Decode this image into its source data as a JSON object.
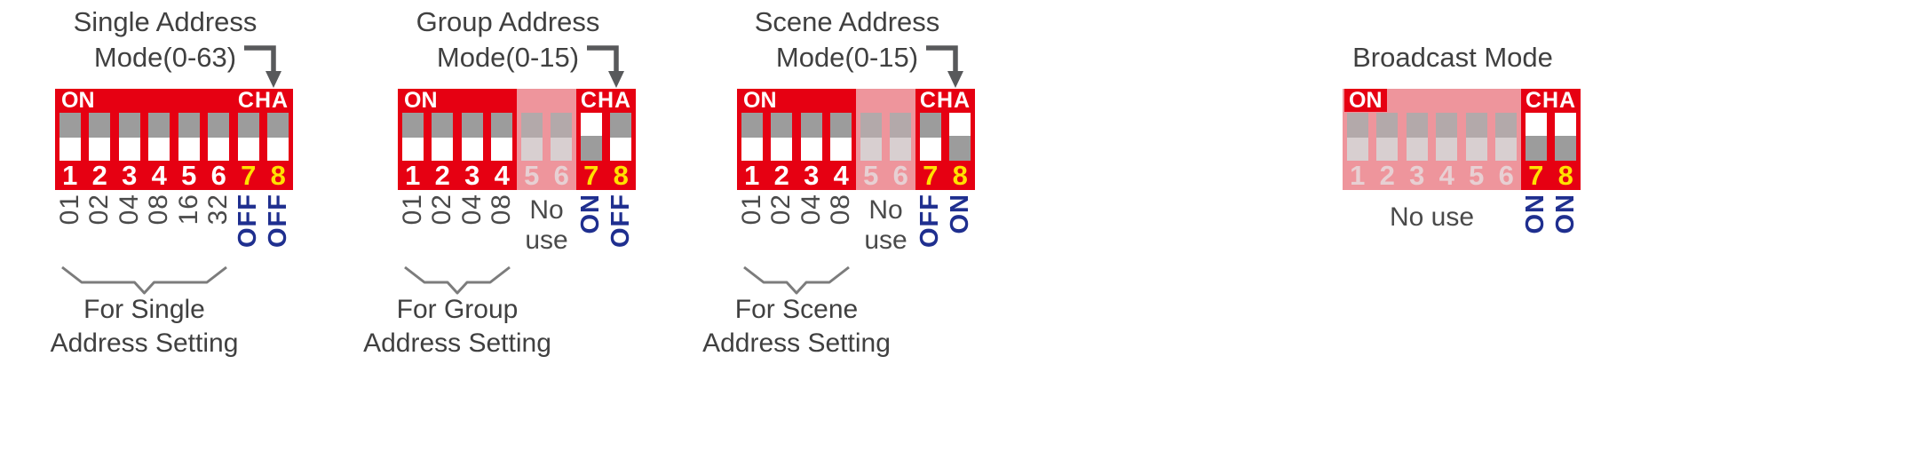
{
  "colors": {
    "red": "#E60012",
    "no_use_pink": "#EE959C",
    "slider_track": "#9C9C9C",
    "slider_handle": "#FFFFFF",
    "no_use_track": "#B3A9AA",
    "no_use_handle": "#D8CFD0",
    "no_use_number": "#E7D0D3",
    "number_white": "#FFFFFF",
    "number_yellow": "#FFE100",
    "state_blue": "#1F2F8F",
    "text_dark": "#404040",
    "text_mid": "#4A4A4A",
    "arrow_gray": "#58595B",
    "bracket_gray": "#7C7C7C"
  },
  "panels": [
    {
      "id": "single-address",
      "title_lines": [
        "Single Address",
        "Mode(0-63)"
      ],
      "arrow": true,
      "on_label": "ON",
      "cha_label": "CHA",
      "switches": [
        {
          "num": "1",
          "position": "down",
          "no_use": false,
          "label": "01",
          "label_style": "digit"
        },
        {
          "num": "2",
          "position": "down",
          "no_use": false,
          "label": "02",
          "label_style": "digit"
        },
        {
          "num": "3",
          "position": "down",
          "no_use": false,
          "label": "04",
          "label_style": "digit"
        },
        {
          "num": "4",
          "position": "down",
          "no_use": false,
          "label": "08",
          "label_style": "digit"
        },
        {
          "num": "5",
          "position": "down",
          "no_use": false,
          "label": "16",
          "label_style": "digit"
        },
        {
          "num": "6",
          "position": "down",
          "no_use": false,
          "label": "32",
          "label_style": "digit"
        },
        {
          "num": "7",
          "position": "down",
          "no_use": false,
          "label": "OFF",
          "label_style": "state"
        },
        {
          "num": "8",
          "position": "down",
          "no_use": false,
          "label": "OFF",
          "label_style": "state"
        }
      ],
      "no_use": null,
      "bracket_span": [
        1,
        6
      ],
      "caption_lines": [
        "For Single",
        "Address Setting"
      ]
    },
    {
      "id": "group-address",
      "title_lines": [
        "Group Address",
        "Mode(0-15)"
      ],
      "arrow": true,
      "on_label": "ON",
      "cha_label": "CHA",
      "switches": [
        {
          "num": "1",
          "position": "down",
          "no_use": false,
          "label": "01",
          "label_style": "digit"
        },
        {
          "num": "2",
          "position": "down",
          "no_use": false,
          "label": "02",
          "label_style": "digit"
        },
        {
          "num": "3",
          "position": "down",
          "no_use": false,
          "label": "04",
          "label_style": "digit"
        },
        {
          "num": "4",
          "position": "down",
          "no_use": false,
          "label": "08",
          "label_style": "digit"
        },
        {
          "num": "5",
          "position": "down",
          "no_use": true,
          "label": null,
          "label_style": null
        },
        {
          "num": "6",
          "position": "down",
          "no_use": true,
          "label": null,
          "label_style": null
        },
        {
          "num": "7",
          "position": "up",
          "no_use": false,
          "label": "ON",
          "label_style": "state"
        },
        {
          "num": "8",
          "position": "down",
          "no_use": false,
          "label": "OFF",
          "label_style": "state"
        }
      ],
      "no_use": {
        "lines": [
          "No",
          "use"
        ],
        "span": [
          5,
          6
        ]
      },
      "bracket_span": [
        1,
        4
      ],
      "caption_lines": [
        "For Group",
        "Address Setting"
      ]
    },
    {
      "id": "scene-address",
      "title_lines": [
        "Scene Address",
        "Mode(0-15)"
      ],
      "arrow": true,
      "on_label": "ON",
      "cha_label": "CHA",
      "switches": [
        {
          "num": "1",
          "position": "down",
          "no_use": false,
          "label": "01",
          "label_style": "digit"
        },
        {
          "num": "2",
          "position": "down",
          "no_use": false,
          "label": "02",
          "label_style": "digit"
        },
        {
          "num": "3",
          "position": "down",
          "no_use": false,
          "label": "04",
          "label_style": "digit"
        },
        {
          "num": "4",
          "position": "down",
          "no_use": false,
          "label": "08",
          "label_style": "digit"
        },
        {
          "num": "5",
          "position": "down",
          "no_use": true,
          "label": null,
          "label_style": null
        },
        {
          "num": "6",
          "position": "down",
          "no_use": true,
          "label": null,
          "label_style": null
        },
        {
          "num": "7",
          "position": "down",
          "no_use": false,
          "label": "OFF",
          "label_style": "state"
        },
        {
          "num": "8",
          "position": "up",
          "no_use": false,
          "label": "ON",
          "label_style": "state"
        }
      ],
      "no_use": {
        "lines": [
          "No",
          "use"
        ],
        "span": [
          5,
          6
        ]
      },
      "bracket_span": [
        1,
        4
      ],
      "caption_lines": [
        "For Scene",
        "Address Setting"
      ]
    },
    {
      "id": "broadcast",
      "title_lines": [
        "Broadcast Mode"
      ],
      "arrow": false,
      "on_label": "ON",
      "cha_label": "CHA",
      "switches": [
        {
          "num": "1",
          "position": "down",
          "no_use": true,
          "label": null,
          "label_style": null
        },
        {
          "num": "2",
          "position": "down",
          "no_use": true,
          "label": null,
          "label_style": null
        },
        {
          "num": "3",
          "position": "down",
          "no_use": true,
          "label": null,
          "label_style": null
        },
        {
          "num": "4",
          "position": "down",
          "no_use": true,
          "label": null,
          "label_style": null
        },
        {
          "num": "5",
          "position": "down",
          "no_use": true,
          "label": null,
          "label_style": null
        },
        {
          "num": "6",
          "position": "down",
          "no_use": true,
          "label": null,
          "label_style": null
        },
        {
          "num": "7",
          "position": "up",
          "no_use": false,
          "label": "ON",
          "label_style": "state"
        },
        {
          "num": "8",
          "position": "up",
          "no_use": false,
          "label": "ON",
          "label_style": "state"
        }
      ],
      "no_use": {
        "lines": [
          "No use"
        ],
        "span": [
          1,
          6
        ]
      },
      "bracket_span": null,
      "caption_lines": null
    }
  ]
}
